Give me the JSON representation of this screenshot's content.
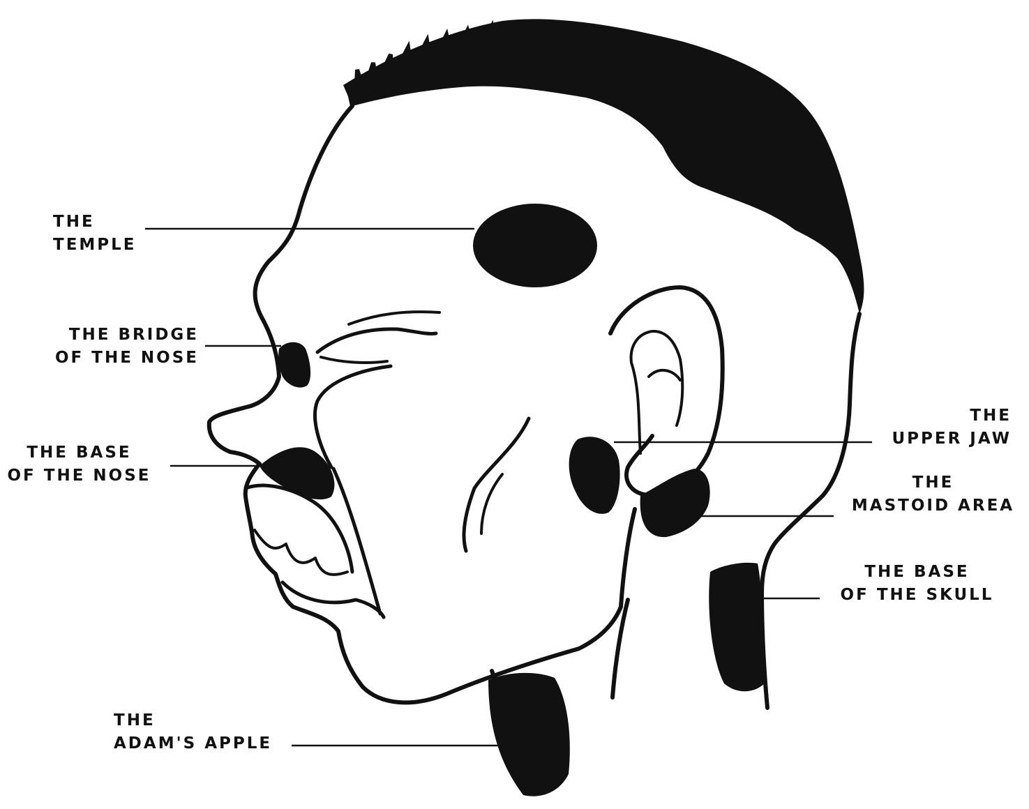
{
  "colors": {
    "ink": "#111111",
    "paper": "#ffffff"
  },
  "labels": {
    "temple": {
      "line1": "THE",
      "line2": "TEMPLE"
    },
    "bridge": {
      "line1": "THE BRIDGE",
      "line2": "OF THE NOSE"
    },
    "base_nose": {
      "line1": "THE BASE",
      "line2": "OF THE NOSE"
    },
    "adams_apple": {
      "line1": "THE",
      "line2": "ADAM'S APPLE"
    },
    "upper_jaw": {
      "line1": "THE",
      "line2": "UPPER JAW"
    },
    "mastoid": {
      "line1": "THE",
      "line2": "MASTOID AREA"
    },
    "base_skull": {
      "line1": "THE BASE",
      "line2": "OF THE SKULL"
    }
  }
}
